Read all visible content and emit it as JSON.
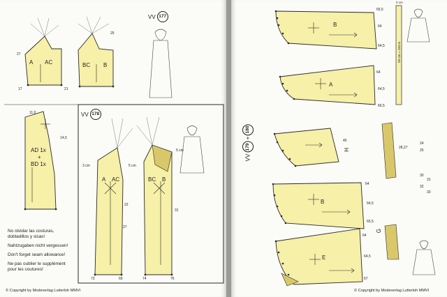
{
  "left_page": {
    "model_177": {
      "prefix": "VV",
      "number": "177"
    },
    "model_178": {
      "prefix": "VV",
      "number": "178"
    },
    "pieces": {
      "front_a": "A",
      "front_ac": "AC",
      "back_bc": "BC",
      "back_b": "B",
      "yoke_line1": "AD 1x",
      "yoke_plus": "+",
      "yoke_line2": "BD 1x",
      "long_a": "A",
      "long_ac": "AC",
      "long_bc": "BC",
      "long_b": "B"
    },
    "measurements": [
      "11,0",
      "14,5",
      "27",
      "25",
      "5 cm",
      "3 cm",
      "5 cm",
      "22",
      "27",
      "31",
      "73",
      "69",
      "74",
      "76",
      "17",
      "21"
    ],
    "notes": [
      "No olvidar las costuras,",
      "dobladillos y sisas!",
      "Nahtzugaben nicht vergessen!",
      "Don't forget seam allowance!",
      "Ne pas oublier le supplément",
      "pour les coutures!"
    ],
    "copyright": "© Copyright by Modeverlag Lutterloh MMVI"
  },
  "right_page": {
    "scale_ruler": {
      "top": "0 cm",
      "label": "50 cm = 150 m"
    },
    "model_179_180": {
      "prefix": "VV",
      "first": "179",
      "plus": "+",
      "second": "180"
    },
    "pieces": {
      "b_top": "B",
      "a_mid": "A",
      "h_side": "H",
      "b_lower": "B",
      "e_bottom": "E",
      "g_side": "G"
    },
    "measurements": [
      "65,5",
      "64",
      "64,5",
      "64",
      "64,5",
      "66,5",
      "45",
      "28,27",
      "24",
      "25",
      "30",
      "31",
      "32",
      "33",
      "64",
      "64,5",
      "65,5",
      "64",
      "64,5",
      "67"
    ],
    "copyright": "© Copyright by Modeverlag Lutterloh MMVI"
  }
}
